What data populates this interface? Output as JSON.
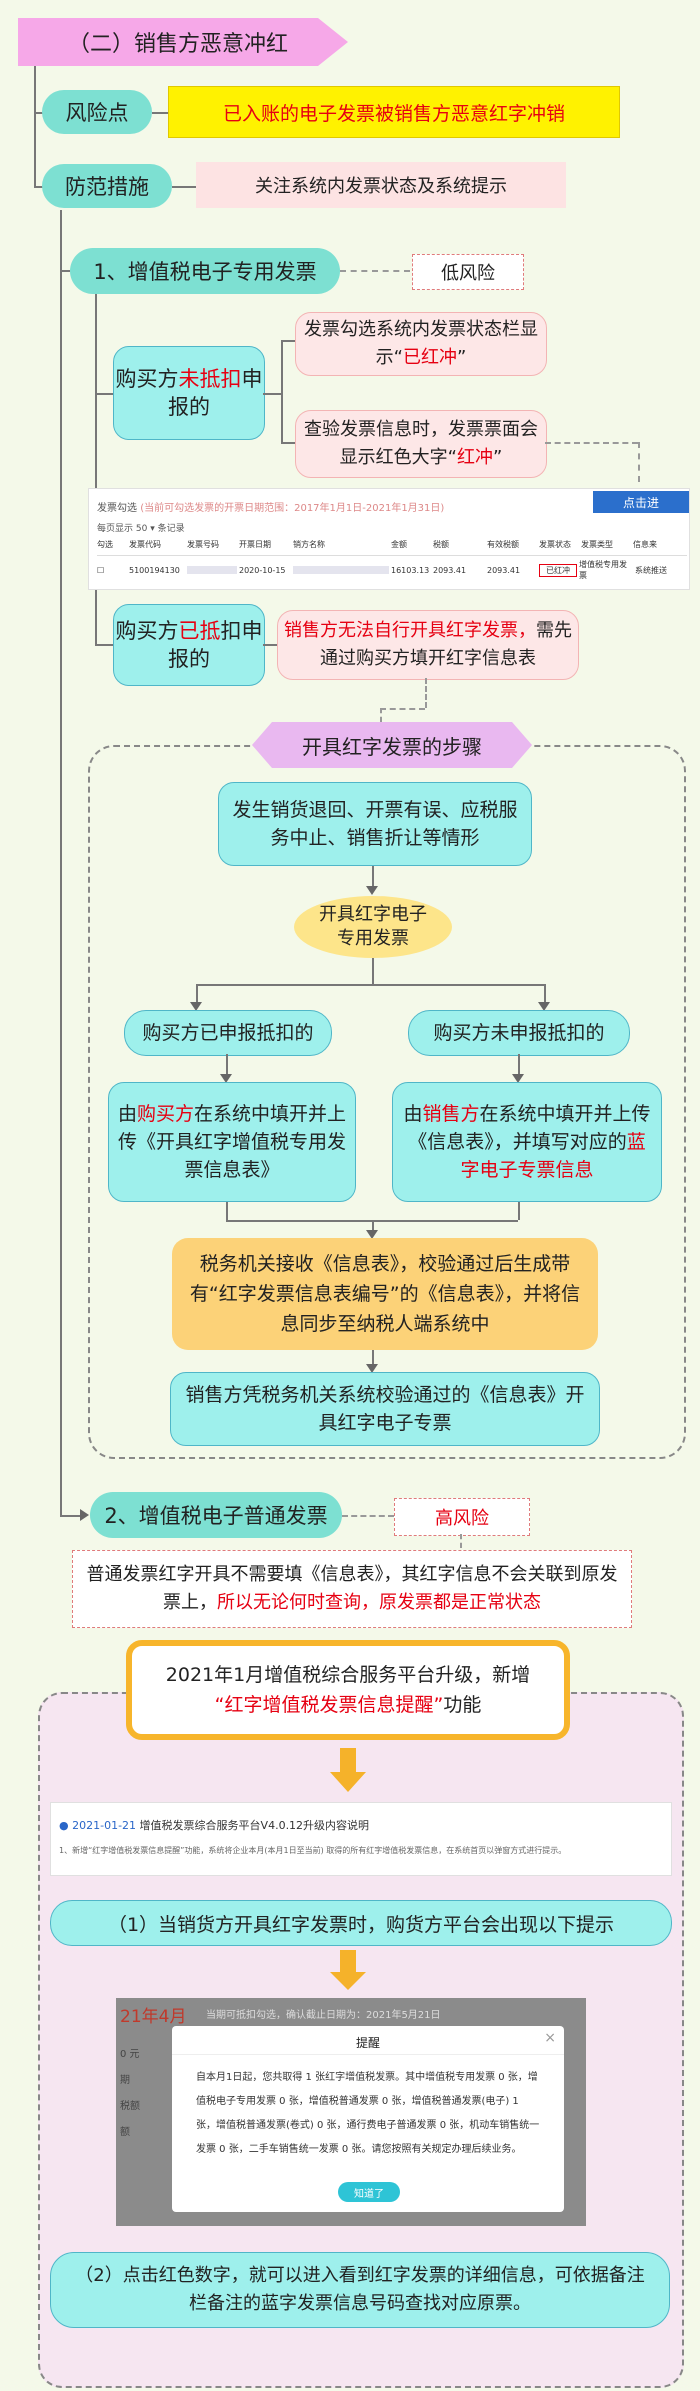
{
  "section_title": "（二）销售方恶意冲红",
  "risk": {
    "label": "风险点",
    "text": "已入账的电子发票被销售方恶意红字冲销"
  },
  "measure": {
    "label": "防范措施",
    "text": "关注系统内发票状态及系统提示"
  },
  "vat_special": {
    "title": "1、增值税电子专用发票",
    "risk_level": "低风险",
    "not_deducted": {
      "label_a": "购买方",
      "label_red": "未抵扣",
      "label_b": "申报的",
      "note1_a": "发票勾选系统内发票状态栏显示“",
      "note1_red": "已红冲",
      "note1_b": "”",
      "note2_a": "查验发票信息时，发票票面会显示红色大字“",
      "note2_red": "红冲",
      "note2_b": "”"
    },
    "screenshot": {
      "title": "发票勾选",
      "subtitle": "(当前可勾选发票的开票日期范围：2017年1月1日-2021年1月31日)",
      "per_page": "每页显示 50",
      "all_records": "条记录",
      "columns": [
        "勾选",
        "发票代码",
        "发票号码",
        "开票日期",
        "销方名称",
        "金额",
        "税额",
        "有效税额",
        "发票状态",
        "发票类型",
        "信息来"
      ],
      "row": [
        "",
        "5100194130",
        "",
        "2020-10-15",
        "",
        "16103.13",
        "2093.41",
        "2093.41",
        "已红冲",
        "增值税专用发票",
        "系统推送"
      ],
      "button": "点击进"
    },
    "deducted": {
      "label_a": "购买方",
      "label_red": "已抵",
      "label_b": "扣申报的",
      "note_red": "销售方无法自行开具红字发票，",
      "note_b": "需先通过购买方填开红字信息表"
    }
  },
  "steps": {
    "title": "开具红字发票的步骤",
    "start": "发生销货退回、开票有误、应税服务中止、销售折让等情形",
    "decision": "开具红字电子专用发票",
    "left_head": "购买方已申报抵扣的",
    "right_head": "购买方未申报抵扣的",
    "left_body_a": "由",
    "left_body_red": "购买方",
    "left_body_b": "在系统中填开并上传《开具红字增值税专用发票信息表》",
    "right_body_a": "由",
    "right_body_red": "销售方",
    "right_body_b": "在系统中填开并上传《信息表》，并填写对应的",
    "right_body_red2": "蓝字电子专票信息",
    "tax_office": "税务机关接收《信息表》，校验通过后生成带有“红字发票信息表编号”的《信息表》，并将信息同步至纳税人端系统中",
    "final": "销售方凭税务机关系统校验通过的《信息表》开具红字电子专票"
  },
  "vat_normal": {
    "title": "2、增值税电子普通发票",
    "risk_level": "高风险",
    "note_a": "普通发票红字开具不需要填《信息表》，其红字信息不会关联到原发票上，",
    "note_red": "所以无论何时查询，原发票都是正常状态"
  },
  "upgrade": {
    "text_a": "2021年1月增值税综合服务平台升级，新增",
    "text_red": "“红字增值税发票信息提醒”",
    "text_b": "功能",
    "notice_date": "2021-01-21",
    "notice_title": "增值税发票综合服务平台V4.0.12升级内容说明",
    "notice_body": "1、新增“红字增值税发票信息提醒”功能，系统将企业本月(本月1日至当前) 取得的所有红字增值税发票信息，在系统首页以弹窗方式进行提示。",
    "step1": "（1）当销货方开具红字发票时，购货方平台会出现以下提示",
    "popup": {
      "header": "当期可抵扣勾选，确认截止日期为：2021年5月21日",
      "month": "21年4月",
      "title": "提醒",
      "close": "×",
      "line1": "自本月1日起，您共取得 1 张红字增值税发票。其中增值税专用发票 0 张，增值税电子专用发票 0 张，增值税普通发票 0 张，增值税普通发票(电子) 1 张，增值税普通发票(卷式) 0 张，通行费电子普通发票 0 张，机动车销售统一发票 0 张，二手车销售统一发票 0 张。请您按照有关规定办理后续业务。",
      "button": "知道了",
      "left_items": [
        "0 元",
        "期",
        "税额",
        "额"
      ]
    },
    "step2": "（2）点击红色数字，就可以进入看到红字发票的详细信息，可依据备注栏备注的蓝字发票信息号码查找对应原票。"
  }
}
